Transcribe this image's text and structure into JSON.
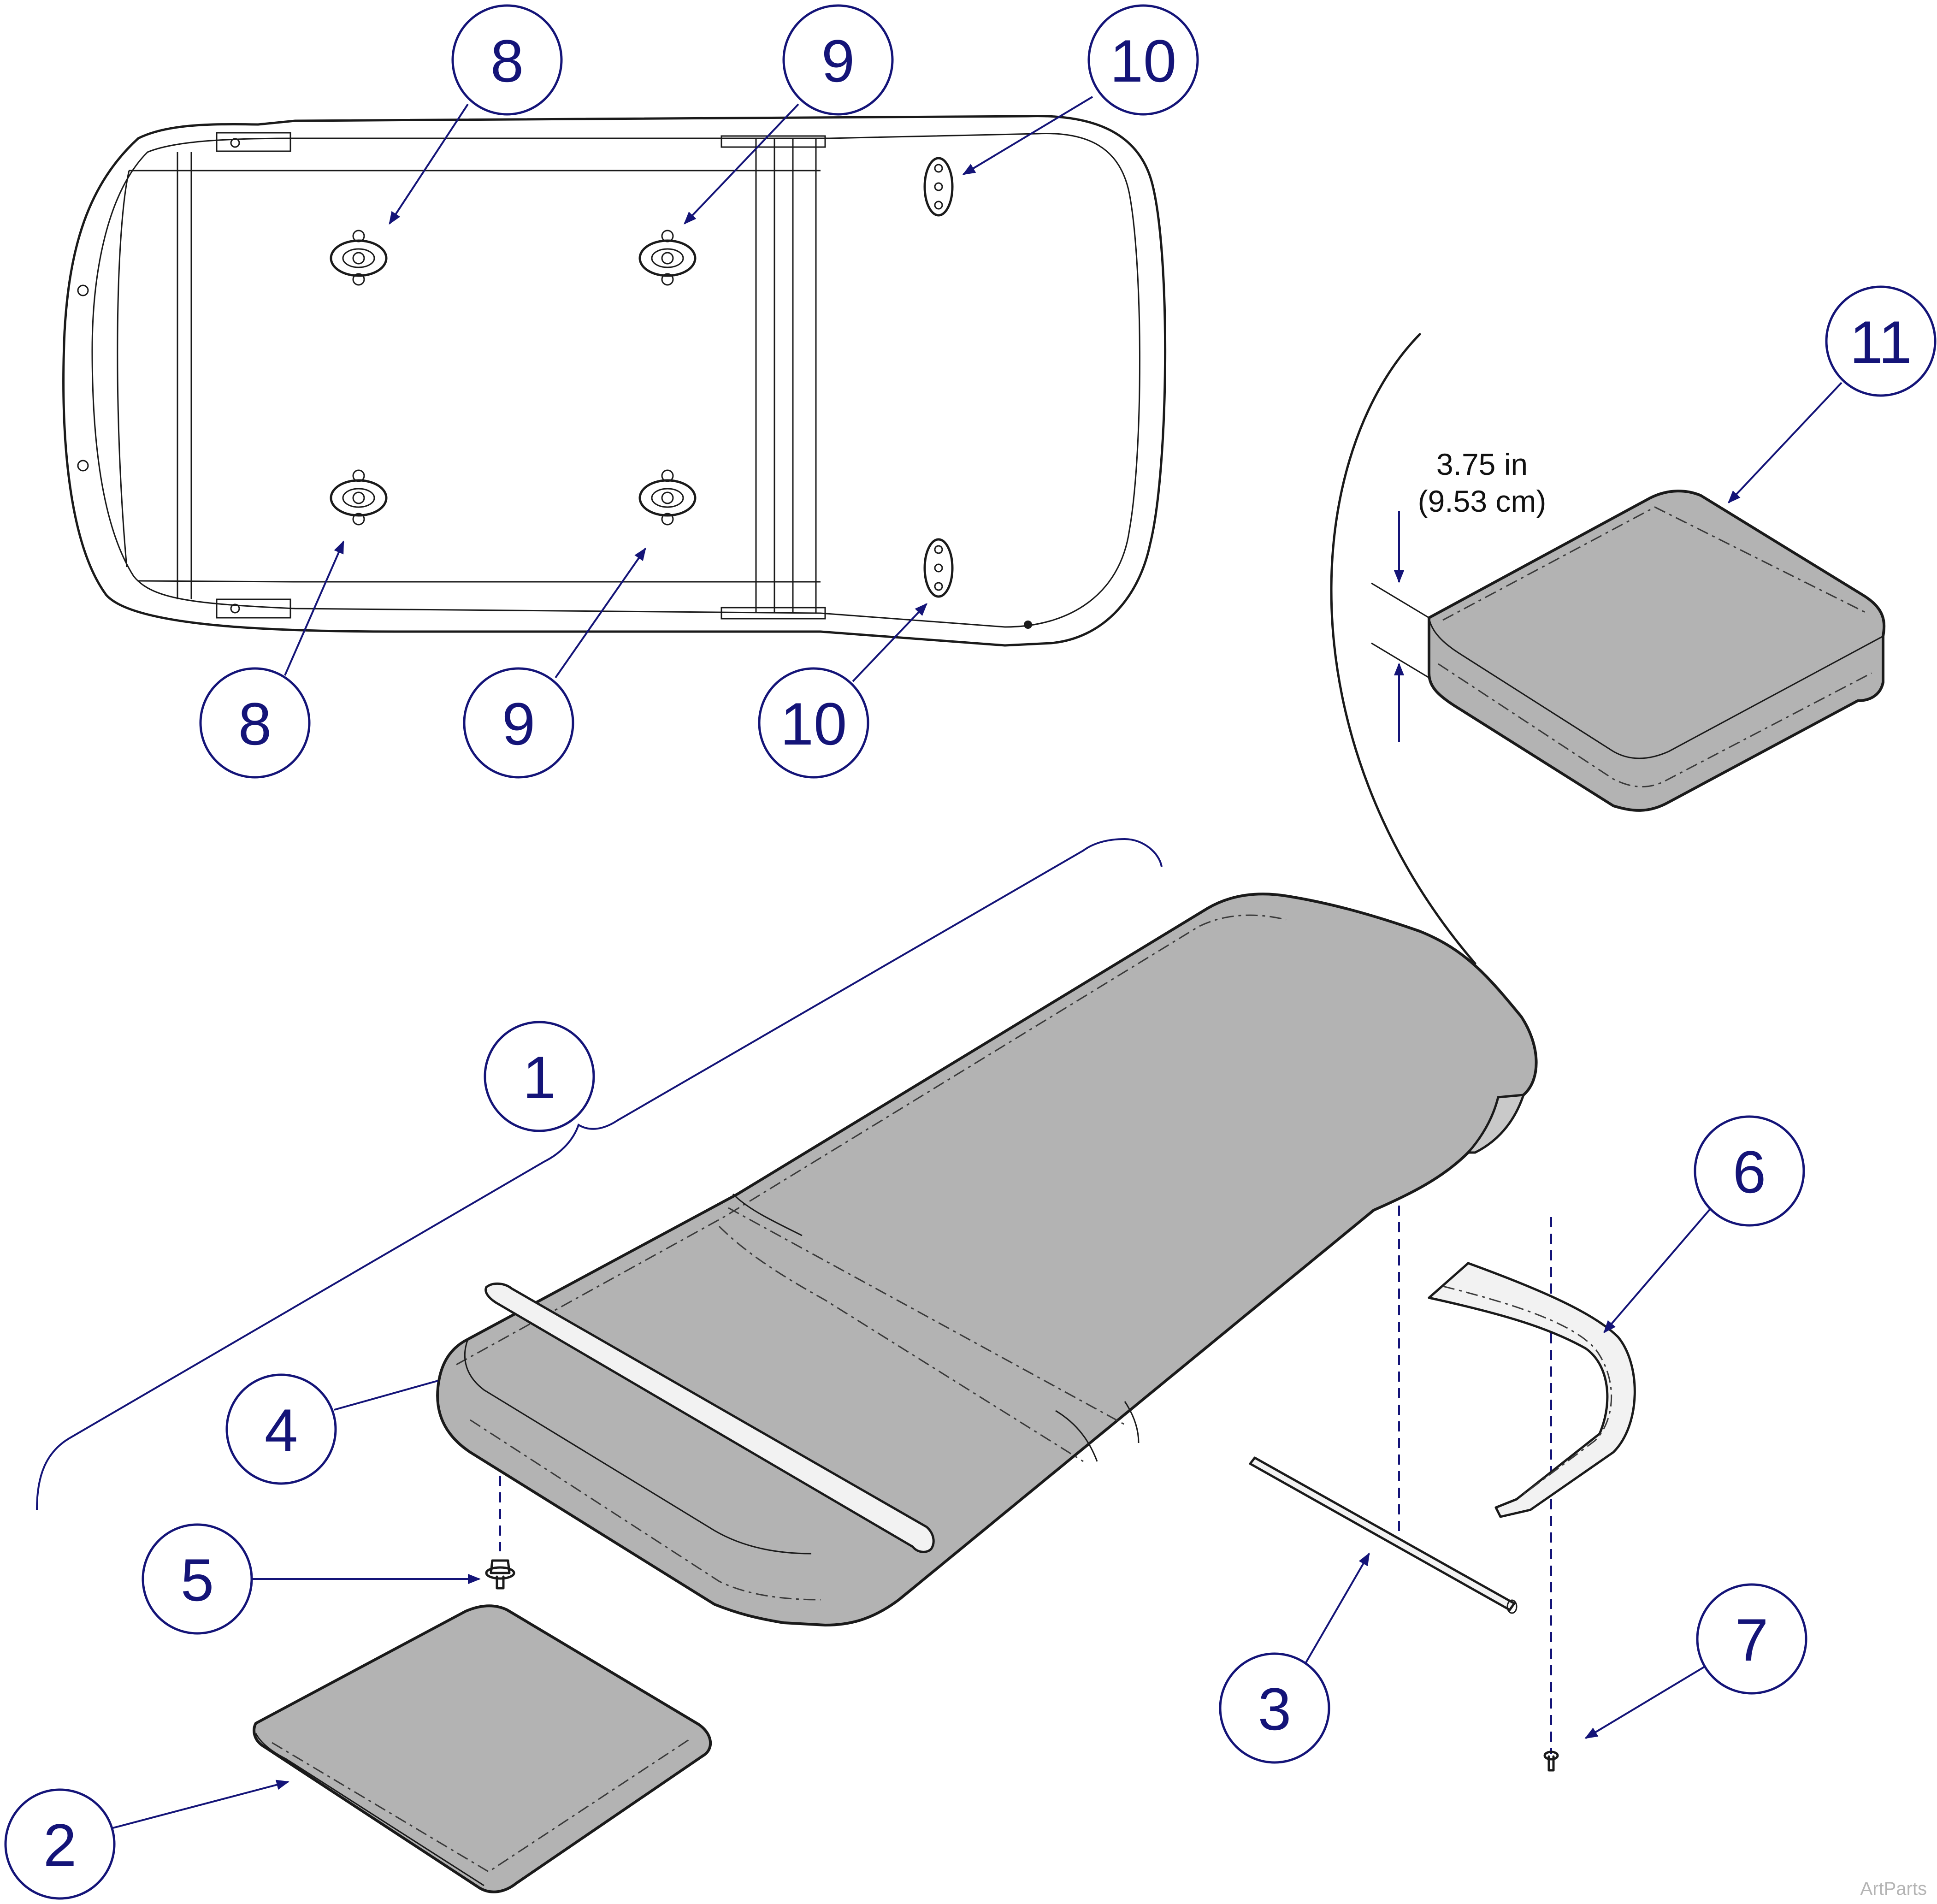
{
  "callouts": {
    "c1": "1",
    "c2": "2",
    "c3": "3",
    "c4": "4",
    "c5": "5",
    "c6": "6",
    "c7": "7",
    "c8a": "8",
    "c8b": "8",
    "c9a": "9",
    "c9b": "9",
    "c10a": "10",
    "c10b": "10",
    "c11": "11"
  },
  "dimension": {
    "imperial": "3.75 in",
    "metric": "(9.53 cm)"
  },
  "watermark": "ArtParts",
  "colors": {
    "callout": "#141478",
    "upholstery": "#b3b3b3",
    "line": "#1a1a1a"
  }
}
